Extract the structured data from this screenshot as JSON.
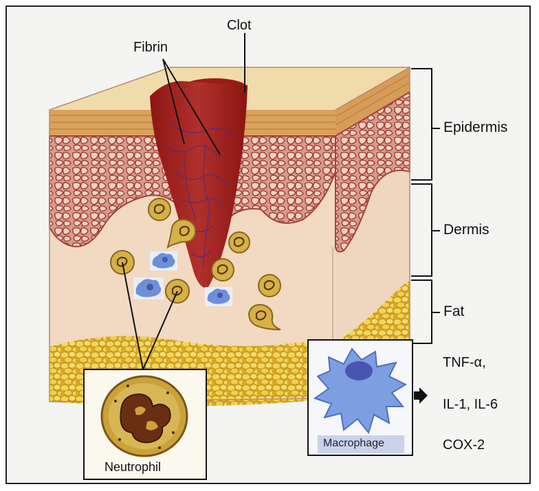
{
  "labels": {
    "clot": "Clot",
    "fibrin": "Fibrin",
    "epidermis": "Epidermis",
    "dermis": "Dermis",
    "fat": "Fat"
  },
  "insets": {
    "neutrophil": "Neutrophil",
    "macrophage": "Macrophage"
  },
  "mediators": [
    "TNF-α,",
    "IL-1, IL-6",
    "COX-2"
  ],
  "colors": {
    "clot": "#a3201e",
    "epidermis_top": "#f0dcaa",
    "epidermis_band": "#d9a25c",
    "dermis_cells": "#c0605a",
    "dermis": "#f1d9c2",
    "fat": "#e6c13a",
    "neutrophil": "#c9a23a",
    "macrophage": "#6d8fd8"
  },
  "icons": [
    "arrow-right-icon"
  ]
}
